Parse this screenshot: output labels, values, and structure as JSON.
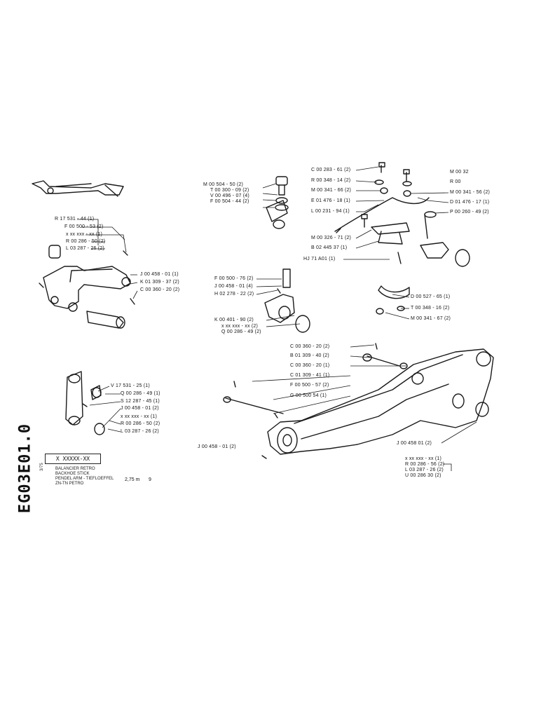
{
  "document": {
    "side_code": "EG03E01.0",
    "side_small": "3/75",
    "part_code": "X XXXXX-XX",
    "title_lines": [
      "BALANCIER RETRO",
      "BACKHOE STICK",
      "PENDEL ARM - TIEFLOEFFEL",
      "ZN-TN PETRO"
    ],
    "size": "2,75 m",
    "page": "9"
  },
  "labels": {
    "r17531": "R 17  531 - 44  (1)",
    "f00500_53": "F 00  500 - 53  (2)",
    "xx_a": "x  xx  xxx - xx  (1)",
    "r00286_50a": "R 00  286 - 50  (2)",
    "l03287_26a": "L 03  287 - 26  (2)",
    "j00458_a": "J 00  458 - 01  (1)",
    "k01309_37": "K 01  309 - 37  (2)",
    "c00360_20a": "C 00  360 - 20  (2)",
    "m00504_50": "M 00  504 - 50  (2)",
    "t00300_09": "T 00  300 - 09  (2)",
    "v00496_07": "V 00  496 - 07  (4)",
    "f00504_44": "F 00  504 - 44  (2)",
    "c00283_61": "C 00  283 - 61  (2)",
    "r00348_14": "R 00  348 - 14  (2)",
    "m00341_66": "M 00  341 - 66  (2)",
    "e01476_18": "E 01  476 - 18  (1)",
    "l00231_94": "L 00  231 - 94  (1)",
    "m00326_71": "M 00  326 - 71  (2)",
    "b02445_37": "B 02  445  37  (1)",
    "hj71a01": "HJ 71  A01  (1)",
    "m00_r1": "M 00  32",
    "r00_r2": "R 00",
    "m00341_56": "M 00  341 - 56  (2)",
    "d01476_17": "D 01  476 - 17  (1)",
    "p00260_49": "P 00  260 - 49  (2)",
    "f00500_76": "F 00  500 - 76  (2)",
    "j00458_01_4": "J 00  458 - 01  (4)",
    "h02278_22": "H 02  278 - 22  (2)",
    "k00401_90": "K 00  401 - 90  (2)",
    "xx_b": "x  xx  xxx - xx  (2)",
    "q00286_49a": "Q 00  286 - 49  (2)",
    "d00527_65": "D 00  527 - 65  (1)",
    "t00348_16": "T 00  348 - 16  (2)",
    "m00341_67": "M 00  341 - 67  (2)",
    "v17531_25": "V 17  531 - 25  (1)",
    "q00286_49b": "Q 00  286 - 49  (1)",
    "s12287_45": "S 12  287 - 45  (1)",
    "j00458_01_2a": "J 00  458 - 01  (2)",
    "xx_c": "x  xx  xxx - xx  (1)",
    "r00286_50b": "R 00  286 - 50  (2)",
    "l03287_26b": "L 03  287 - 26  (2)",
    "c00360_20_2": "C 00  360 - 20  (2)",
    "b01309_40": "B 01  309 - 40  (2)",
    "c00360_20_1": "C 00  360 - 20  (1)",
    "c01309_41": "C 01  309 - 41  (1)",
    "f00500_57": "F 00  500 - 57  (2)",
    "g00500_54": "G 00  500  54  (1)",
    "j00458_bottom": "J 00  458 - 01  (2)",
    "j00458_right": "J 00  458  01  (2)",
    "xx_d": "x  xx  xxx - xx  (1)",
    "r00286_56": "R 00  286 - 56  (2)",
    "l03287_26c": "L 03  287 - 26  (2)",
    "u00286_30": "U 00  286  30  (2)"
  },
  "colors": {
    "ink": "#161616",
    "paper": "#ffffff"
  }
}
